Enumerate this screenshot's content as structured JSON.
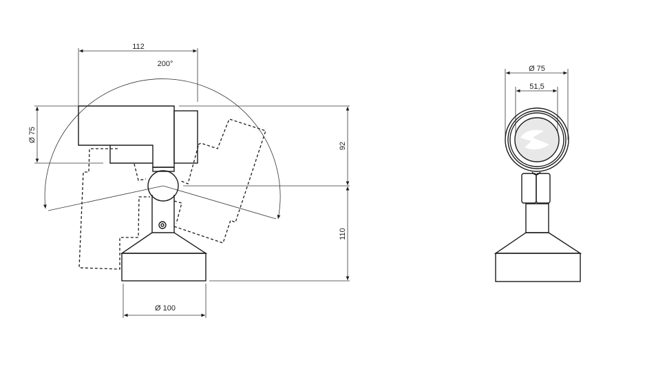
{
  "title": "Spotlight dimension drawing",
  "side_view": {
    "dim_width": "112",
    "dim_angle": "200°",
    "dim_head_diameter": "Ø 75",
    "dim_head_height": "92",
    "dim_base_height": "110",
    "dim_base_diameter": "Ø 100"
  },
  "front_view": {
    "dim_outer_diameter": "Ø 75",
    "dim_lens_diameter": "51,5"
  },
  "colors": {
    "line": "#1a1a1a",
    "lens": "#e8e8e8"
  }
}
